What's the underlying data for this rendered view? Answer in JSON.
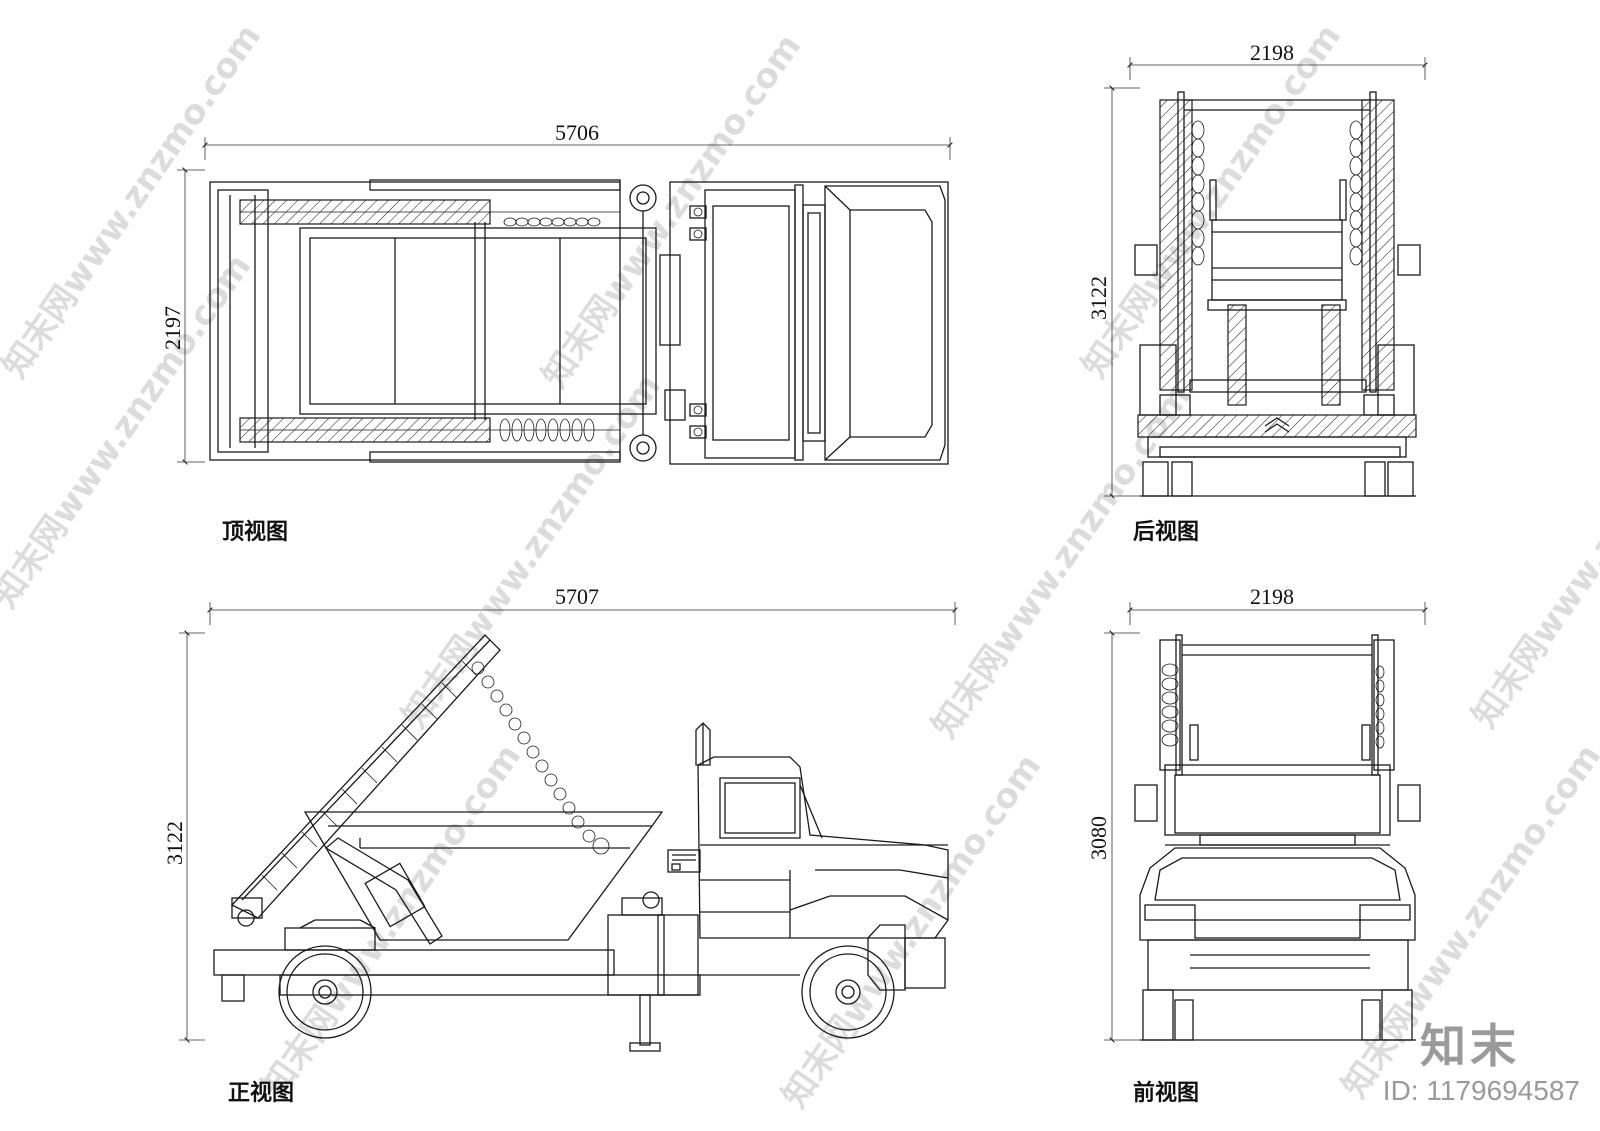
{
  "views": {
    "top": {
      "label": "顶视图",
      "dim_length": "5706",
      "dim_width": "2197"
    },
    "rear": {
      "label": "后视图",
      "dim_width": "2198",
      "dim_height": "3122"
    },
    "side": {
      "label": "正视图",
      "dim_length": "5707",
      "dim_height": "3122"
    },
    "front": {
      "label": "前视图",
      "dim_width": "2198",
      "dim_height": "3080"
    }
  },
  "watermark": {
    "text": "知末网www.znzmo.com",
    "logo": "知末",
    "id": "ID: 1179694587"
  }
}
